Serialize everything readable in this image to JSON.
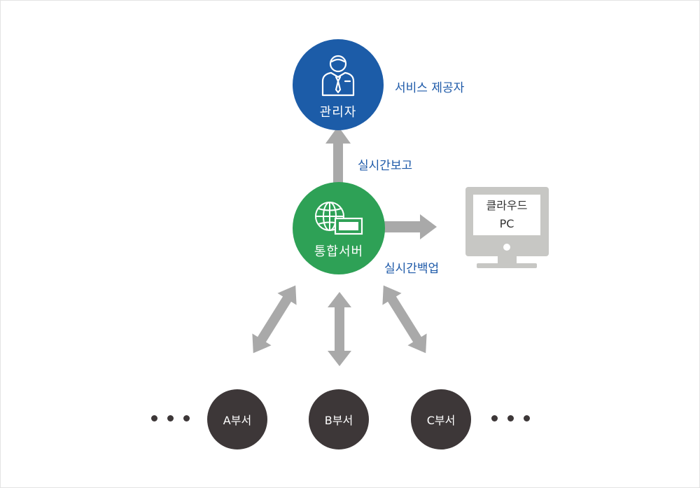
{
  "nodes": {
    "manager": {
      "label": "관리자",
      "icon": "person-icon",
      "color": "#1c5ca8"
    },
    "server": {
      "label": "통합서버",
      "icon": "globe-server-icon",
      "color": "#2ea156"
    }
  },
  "captions": {
    "service_provider": "서비스 제공자",
    "realtime_report": "실시간보고",
    "realtime_backup": "실시간백업"
  },
  "cloud_pc": {
    "line1": "클라우드",
    "line2": "PC",
    "icon": "monitor-icon"
  },
  "departments": [
    {
      "label": "A부서"
    },
    {
      "label": "B부서"
    },
    {
      "label": "C부서"
    }
  ],
  "colors": {
    "arrow": "#a9a9a9",
    "dept": "#3d3738",
    "caption": "#1d59a8",
    "monitor": "#c7c7c4"
  }
}
